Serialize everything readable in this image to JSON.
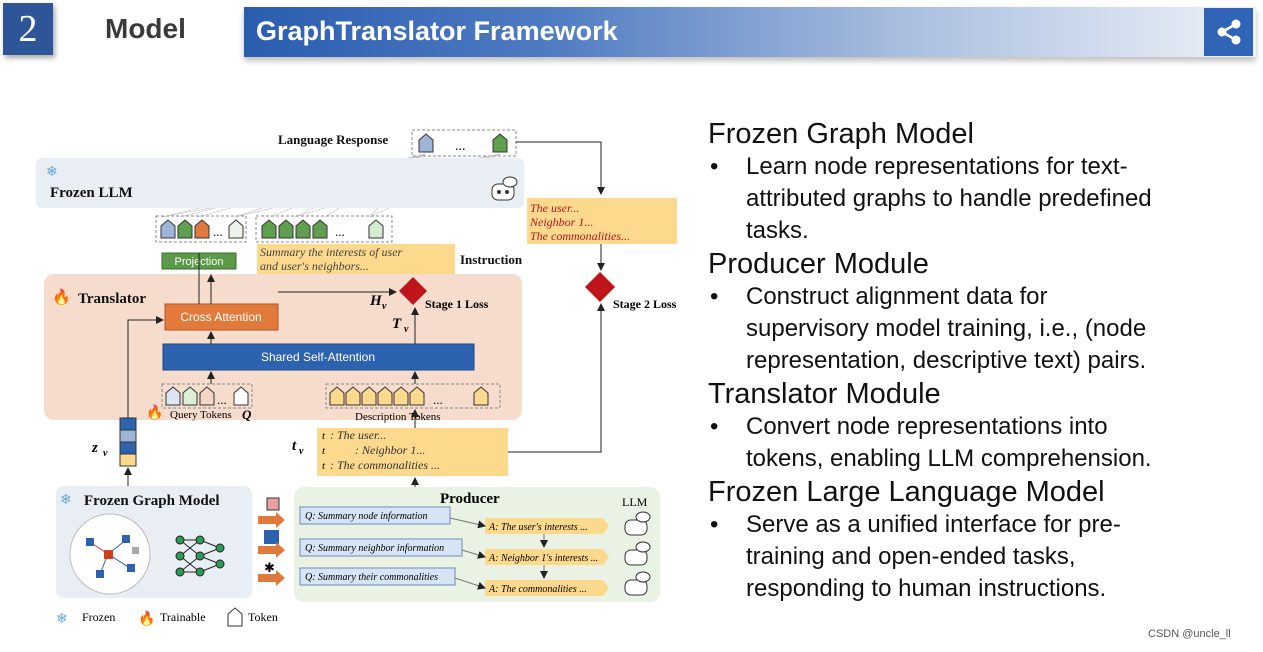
{
  "slide": {
    "number": "2",
    "section": "Model",
    "title": "GraphTranslator Framework"
  },
  "diagram": {
    "language_response": "Language Response",
    "frozen_llm": "Frozen LLM",
    "llm_output": [
      "The user...",
      "Neighbor 1...",
      "The commonalities..."
    ],
    "projection": "Projection",
    "instruction_box": [
      "Summary the interests of user",
      "and user's neighbors..."
    ],
    "instruction": "Instruction",
    "translator": "Translator",
    "hv": "H",
    "tv": "T",
    "stage1": "Stage 1 Loss",
    "stage2": "Stage 2 Loss",
    "cross_attention": "Cross Attention",
    "shared_self_attention": "Shared Self-Attention",
    "query_tokens": "Query Tokens",
    "q_symbol": "Q",
    "description_tokens": "Description Tokens",
    "zv": "z",
    "tv_lower": "t",
    "tv_lines": [
      ": The user...",
      ": Neighbor 1...",
      ": The commonalities ..."
    ],
    "frozen_graph_model": "Frozen Graph Model",
    "producer": "Producer",
    "llm_label": "LLM",
    "questions": [
      "Q: Summary node information",
      "Q: Summary neighbor information",
      "Q: Summary their commonalities"
    ],
    "answers": [
      "A: The user's interests ...",
      "A: Neighbor 1's interests ...",
      "A: The commonalities ..."
    ],
    "legend": {
      "frozen": "Frozen",
      "trainable": "Trainable",
      "token": "Token"
    },
    "ellipsis": "..."
  },
  "sections": [
    {
      "heading": "Frozen Graph Model",
      "bullets": [
        "Learn node representations for text-attributed graphs to handle predefined tasks."
      ],
      "lines": [
        "Learn node representations for text-",
        "attributed graphs to handle predefined",
        "tasks."
      ]
    },
    {
      "heading": "Producer Module",
      "lines": [
        "Construct alignment data for",
        "supervisory model training, i.e., (node",
        "representation, descriptive text) pairs."
      ]
    },
    {
      "heading": "Translator Module",
      "lines": [
        "Convert node representations into",
        "tokens, enabling LLM comprehension."
      ]
    },
    {
      "heading": "Frozen Large Language Model",
      "lines": [
        "Serve as a unified interface for pre-",
        "training and open-ended tasks,",
        "responding to human instructions."
      ]
    }
  ],
  "footer": {
    "credit": "CSDN @uncle_ll"
  },
  "colors": {
    "accent": "#2d5597",
    "trainable": "#f5dccc",
    "frozen": "#e9edf4",
    "output": "#fcd98c",
    "loss": "#c0141b"
  }
}
